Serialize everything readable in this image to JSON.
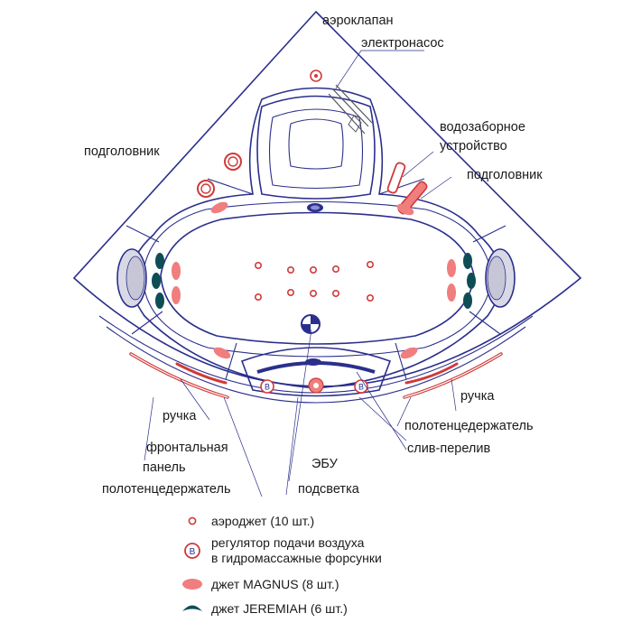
{
  "labels": {
    "air_valve": "аэроклапан",
    "pump": "электронасос",
    "intake_1": "водозаборное",
    "intake_2": "устройство",
    "headrest_left": "подголовник",
    "headrest_right": "подголовник",
    "handle_right": "ручка",
    "handle_left": "ручка",
    "towel_holder_right": "полотенцедержатель",
    "drain": "слив-перелив",
    "front_panel_1": "фронтальная",
    "front_panel_2": "панель",
    "towel_holder_left": "полотенцедержатель",
    "ecu": "ЭБУ",
    "lighting": "подсветка"
  },
  "regulator_letter": "B",
  "legend": [
    {
      "icon": "aerojet-icon",
      "text": "аэроджет (10 шт.)"
    },
    {
      "icon": "air-regulator-icon",
      "text_1": "регулятор подачи воздуха",
      "text_2": "в гидромассажные форсунки"
    },
    {
      "icon": "magnus-jet-icon",
      "text": "джет MAGNUS (8 шт.)"
    },
    {
      "icon": "jeremiah-jet-icon",
      "text": "джет JEREMIAH (6 шт.)"
    }
  ],
  "colors": {
    "outline": "#2b2f8c",
    "aerojet": "#d03a3a",
    "magnus": "#f07e7e",
    "jeremiah": "#0e4d56"
  }
}
